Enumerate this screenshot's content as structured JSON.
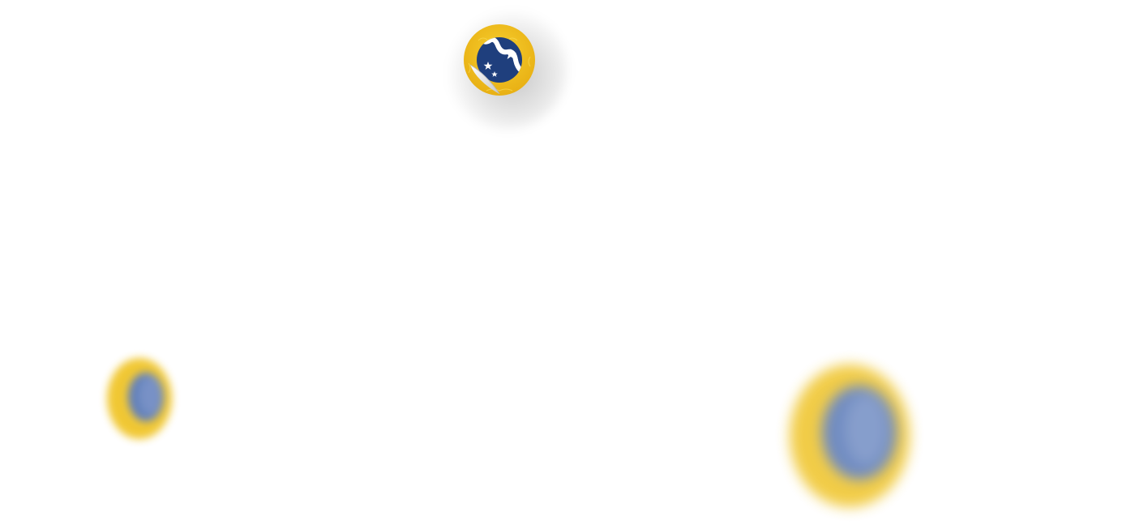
{
  "scene": {
    "background": "#ffffff",
    "stickers": [
      {
        "name": "peeling-badge-sticker",
        "state": "sharp"
      },
      {
        "name": "blurred-badge-sticker-small",
        "state": "blurred"
      },
      {
        "name": "blurred-badge-sticker-large",
        "state": "blurred"
      }
    ]
  },
  "colors": {
    "gold": "#f2c31e",
    "gold_dark": "#e0a812",
    "navy": "#1f3f7d",
    "wave": "#ffffff",
    "peel": "#dcdcdc"
  },
  "icons": [
    "star-icon",
    "wave-icon",
    "peel-corner-icon"
  ]
}
